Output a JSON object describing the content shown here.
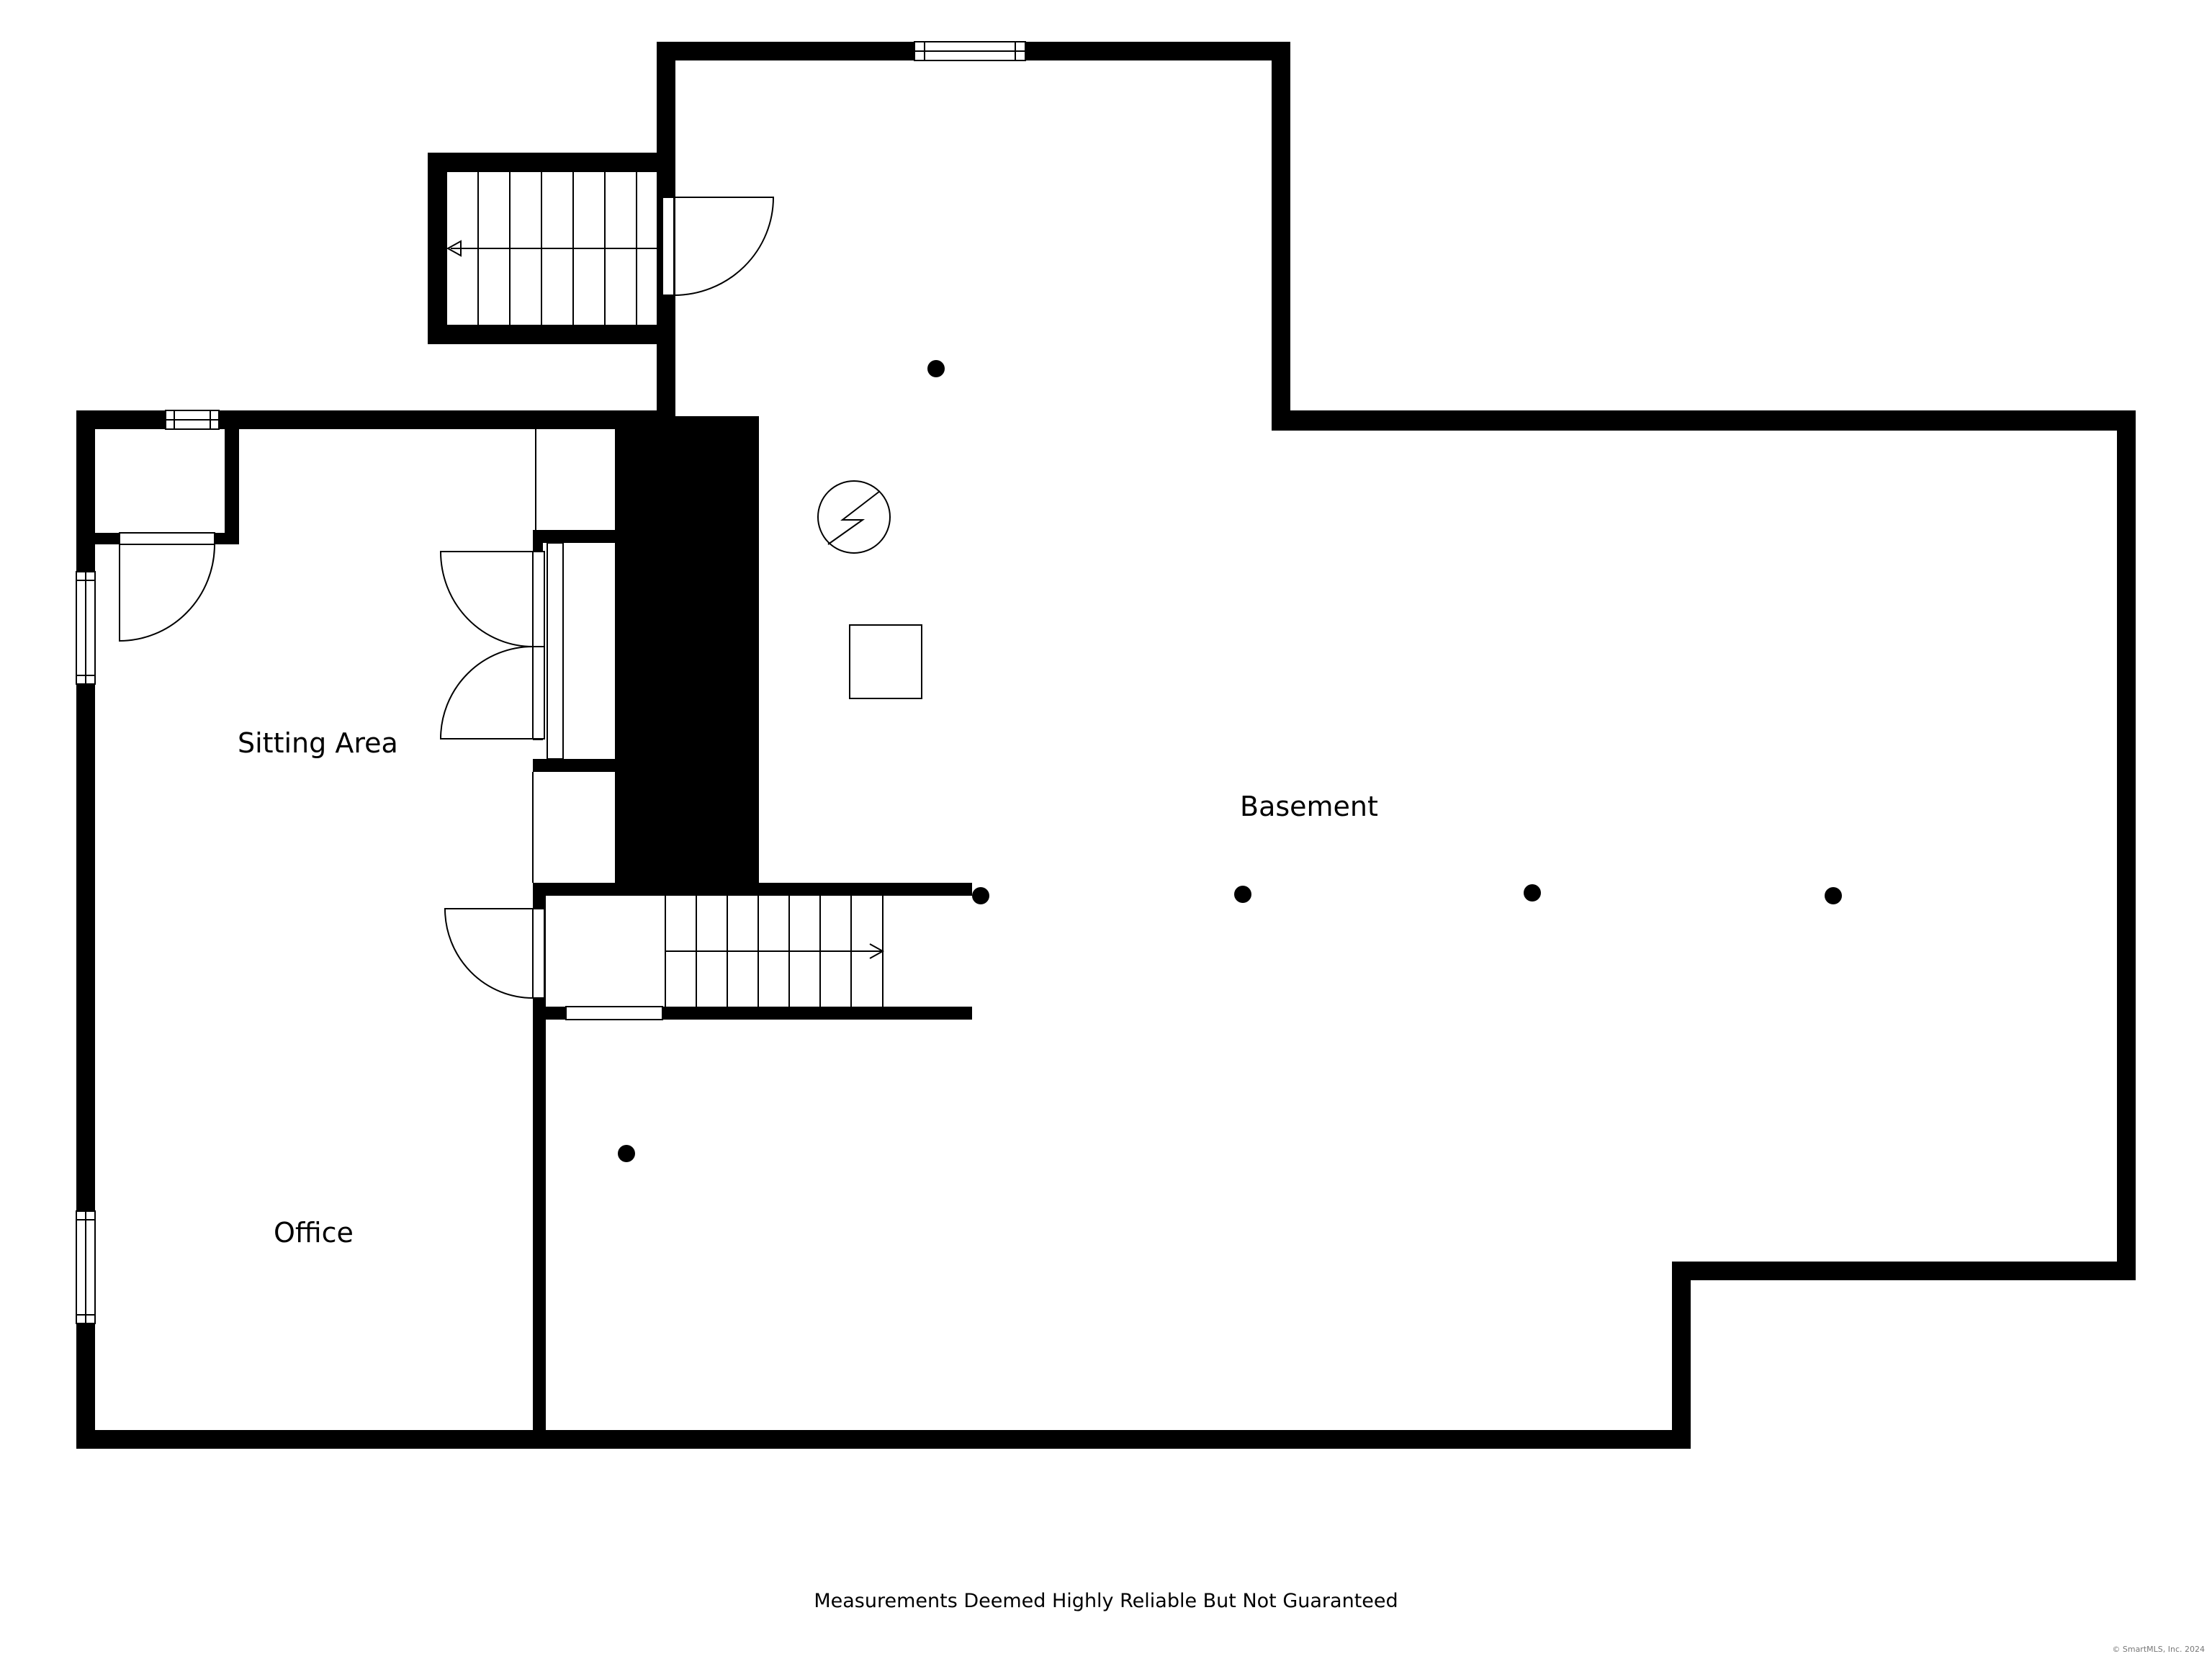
{
  "rooms": {
    "sitting_area": "Sitting Area",
    "office": "Office",
    "basement": "Basement"
  },
  "footer": {
    "disclaimer": "Measurements Deemed Highly Reliable But Not Guaranteed",
    "copyright": "© SmartMLS, Inc. 2024"
  },
  "colors": {
    "wall": "#000000",
    "background": "#ffffff",
    "copyright_text": "#777777"
  },
  "icons": {
    "electrical_panel": "electrical-panel-icon",
    "support_post": "support-post-icon",
    "stair_direction": "stair-arrow-icon"
  }
}
